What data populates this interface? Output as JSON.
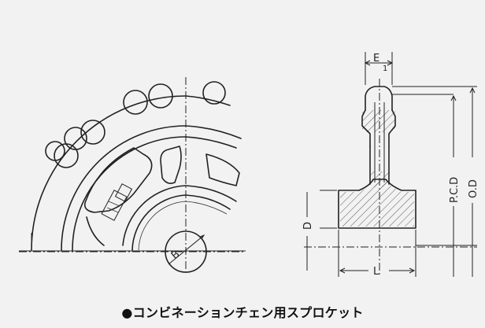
{
  "caption": "●コンビネーションチェン用スプロケット",
  "labels": {
    "e1": "E",
    "e1_sub": "1",
    "pcd": "P.C.D",
    "od": "O.D",
    "d": "D",
    "l": "L",
    "b": "B"
  }
}
